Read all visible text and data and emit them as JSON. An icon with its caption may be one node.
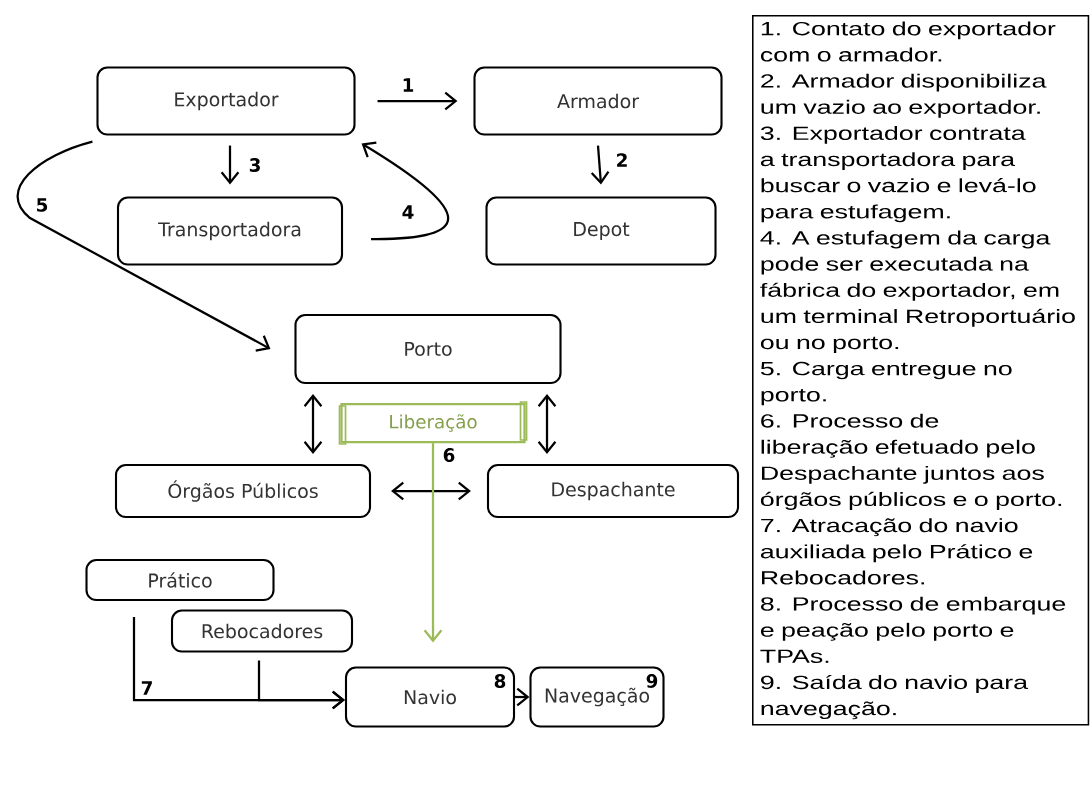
{
  "diagram": {
    "nodes": [
      {
        "text": [
          "Exportador"
        ]
      },
      {
        "text": [
          "Armador"
        ]
      },
      {
        "text": [
          "Transportadora"
        ]
      },
      {
        "text": [
          "Depot"
        ]
      },
      {
        "text": [
          "Porto"
        ]
      },
      {
        "text": [
          "Liberação"
        ]
      },
      {
        "text": [
          "Órgãos Públicos"
        ]
      },
      {
        "text": [
          "Despachante"
        ]
      },
      {
        "text": [
          "Prático"
        ]
      },
      {
        "text": [
          "Rebocadores"
        ]
      },
      {
        "text": [
          "Navio",
          "8"
        ]
      },
      {
        "text": [
          "Navegação",
          "9"
        ]
      },
      {
        "text": [
          "1. Contato do exportador com o armador.",
          "2. Armador disponibiliza um vazio ao exportador.",
          "3. Exportador contrata a transportadora para buscar o vazio e levá-lo para estufagem.",
          "4. A estufagem da carga pode ser executada na fábrica do exportador, em um terminal Retroportuário ou no porto.",
          "5. Carga entregue no porto.",
          "6. Processo de liberação efetuado pelo Despachante juntos aos órgãos públicos e o porto.",
          "7. Atracação do navio auxiliada pelo Prático e Rebocadores.",
          "8. Processo de embarque e peação pelo porto e TPAs.",
          "9. Saída do navio para navegação."
        ]
      }
    ],
    "edges": [
      {
        "from": 0,
        "to": 1,
        "arrow": "to",
        "label": "1"
      },
      {
        "from": 1,
        "to": 3,
        "arrow": "to",
        "label": "2"
      },
      {
        "from": 0,
        "to": 2,
        "arrow": "to",
        "label": "3"
      },
      {
        "from": 2,
        "to": 0,
        "arrow": "to",
        "label": "4"
      },
      {
        "from": 0,
        "to": 4,
        "arrow": "to",
        "label": "5"
      },
      {
        "from": 4,
        "to": 6,
        "arrow": "both"
      },
      {
        "from": 4,
        "to": 7,
        "arrow": "both"
      },
      {
        "from": 6,
        "to": 7,
        "arrow": "both"
      },
      {
        "from": 5,
        "to": 10,
        "arrow": "to",
        "label": "6",
        "color": "#9bbb59"
      },
      {
        "from": 8,
        "to": 10,
        "arrow": "to",
        "label": "7"
      },
      {
        "from": 9,
        "to": 10,
        "arrow": "to"
      },
      {
        "from": 10,
        "to": 11,
        "arrow": "to"
      }
    ]
  }
}
